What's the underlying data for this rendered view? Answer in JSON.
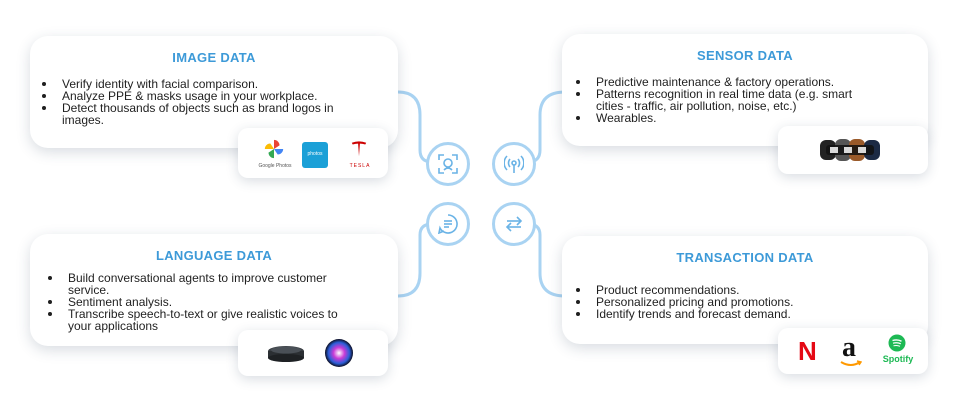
{
  "cards": {
    "image": {
      "title": "IMAGE DATA",
      "bullets": [
        "Verify identity with facial comparison.",
        "Analyze PPE & masks usage in your workplace.",
        "Detect thousands of objects such as  brand logos in",
        "images."
      ],
      "logos": [
        "Google Photos",
        "photos",
        "TESLA"
      ]
    },
    "sensor": {
      "title": "SENSOR DATA",
      "bullets": [
        "Predictive maintenance & factory operations.",
        "Patterns recognition in real time data (e.g. smart",
        "cities - traffic, air pollution, noise, etc.)",
        "Wearables."
      ]
    },
    "language": {
      "title": "LANGUAGE DATA",
      "bullets": [
        "Build conversational agents to improve customer",
        "service.",
        "Sentiment analysis.",
        "Transcribe speech-to-text or give realistic voices to",
        "your applications"
      ]
    },
    "transaction": {
      "title": "TRANSACTION DATA",
      "bullets": [
        "Product recommendations.",
        "Personalized pricing and promotions.",
        "Identify trends and forecast demand."
      ],
      "logos": [
        "N",
        "a",
        "Spotify"
      ]
    }
  },
  "icons": {
    "image": "face-scan-icon",
    "sensor": "signal-broadcast-icon",
    "language": "speech-lines-icon",
    "transaction": "exchange-arrows-icon"
  },
  "colors": {
    "accent": "#3d9ad8",
    "connector": "#a9d3f2",
    "netflix": "#e50914",
    "spotify": "#1db954",
    "tesla": "#cc0000"
  }
}
